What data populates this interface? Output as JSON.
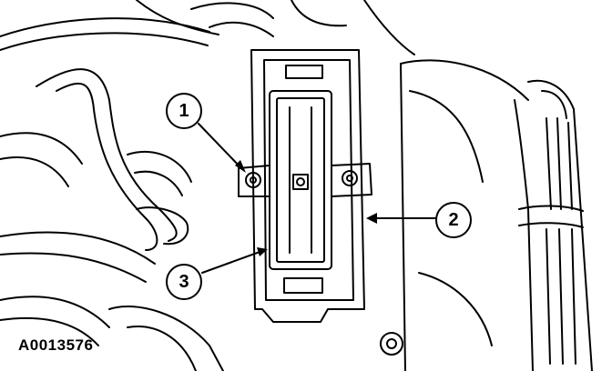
{
  "figure_id": "A0013576",
  "callouts": [
    {
      "number": "1"
    },
    {
      "number": "2"
    },
    {
      "number": "3"
    }
  ],
  "colors": {
    "ink": "#000000",
    "paper": "#ffffff"
  }
}
